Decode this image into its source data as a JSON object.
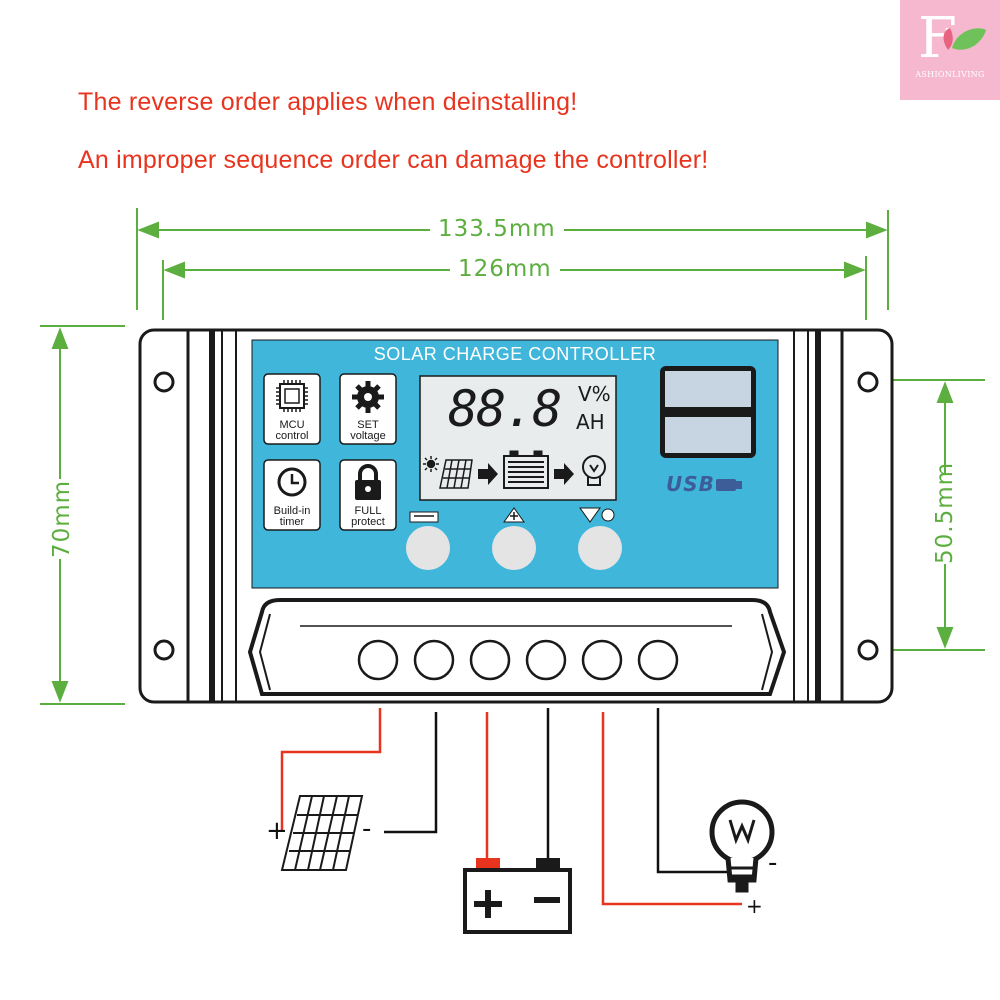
{
  "warnings": [
    "The reverse order applies when deinstalling!",
    "An improper sequence order can damage the controller!"
  ],
  "logo": {
    "letter": "F",
    "text": "ASHIONLIVING"
  },
  "dimensions": {
    "outer_width": "133.5mm",
    "inner_width": "126mm",
    "height": "70mm",
    "panel_height": "50.5mm"
  },
  "panel": {
    "title": "SOLAR CHARGE CONTROLLER",
    "features": [
      {
        "icon": "chip-icon",
        "label_line1": "MCU",
        "label_line2": "control"
      },
      {
        "icon": "gear-icon",
        "label_line1": "SET",
        "label_line2": "voltage"
      },
      {
        "icon": "clock-icon",
        "label_line1": "Build-in",
        "label_line2": "timer"
      },
      {
        "icon": "lock-icon",
        "label_line1": "FULL",
        "label_line2": "protect"
      }
    ],
    "lcd": {
      "digits": "88.8",
      "unit1": "V%",
      "unit2": "AH"
    },
    "usb_label": "USB"
  },
  "wiring": {
    "solar_plus": "+",
    "solar_minus": "-",
    "battery_plus": "+",
    "battery_minus": "-",
    "load_plus": "+",
    "load_minus": "-"
  },
  "colors": {
    "warning_text": "#e8341e",
    "dimension": "#5cae3f",
    "panel_blue": "#3fb6da",
    "logo_bg": "#f5b8cf",
    "wire_red": "#e8341e",
    "wire_black": "#111111"
  }
}
